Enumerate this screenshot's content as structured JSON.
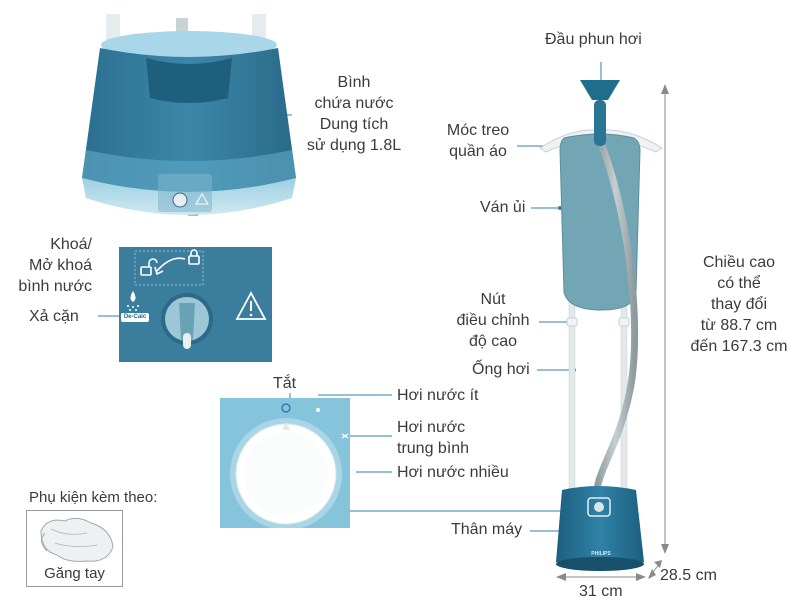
{
  "tank": {
    "label_lines": [
      "Bình",
      "chứa nước",
      "Dung tích",
      "sử dụng 1.8L"
    ]
  },
  "lock": {
    "label_lines": [
      "Khoá/",
      "Mở khoá",
      "bình nước"
    ],
    "decalc_label": "Xả cặn",
    "decalc_badge": "De-Calc"
  },
  "dial": {
    "off_label": "Tắt",
    "low_label": "Hơi nước ít",
    "medium_label_lines": [
      "Hơi nước",
      "trung bình"
    ],
    "high_label": "Hơi nước nhiều"
  },
  "accessory": {
    "title": "Phụ kiện kèm theo:",
    "item_label": "Găng tay"
  },
  "parts": {
    "nozzle": "Đầu phun hơi",
    "hanger_lines": [
      "Móc treo",
      "quần áo"
    ],
    "board": "Ván ủi",
    "height_knob_lines": [
      "Nút",
      "điều chỉnh",
      "độ cao"
    ],
    "hose": "Ống hơi",
    "body": "Thân máy"
  },
  "dimensions": {
    "height_lines": [
      "Chiều cao",
      "có thể",
      "thay đổi",
      "từ 88.7 cm",
      "đến 167.3 cm"
    ],
    "depth": "28.5 cm",
    "width": "31 cm"
  },
  "brand": "PHILIPS",
  "colors": {
    "teal_dark": "#1d6d8f",
    "teal_mid": "#3f8fae",
    "panel_bg": "#86c4dc",
    "board_fill": "#72a6b4",
    "leader_line": "#2f7fb0"
  }
}
